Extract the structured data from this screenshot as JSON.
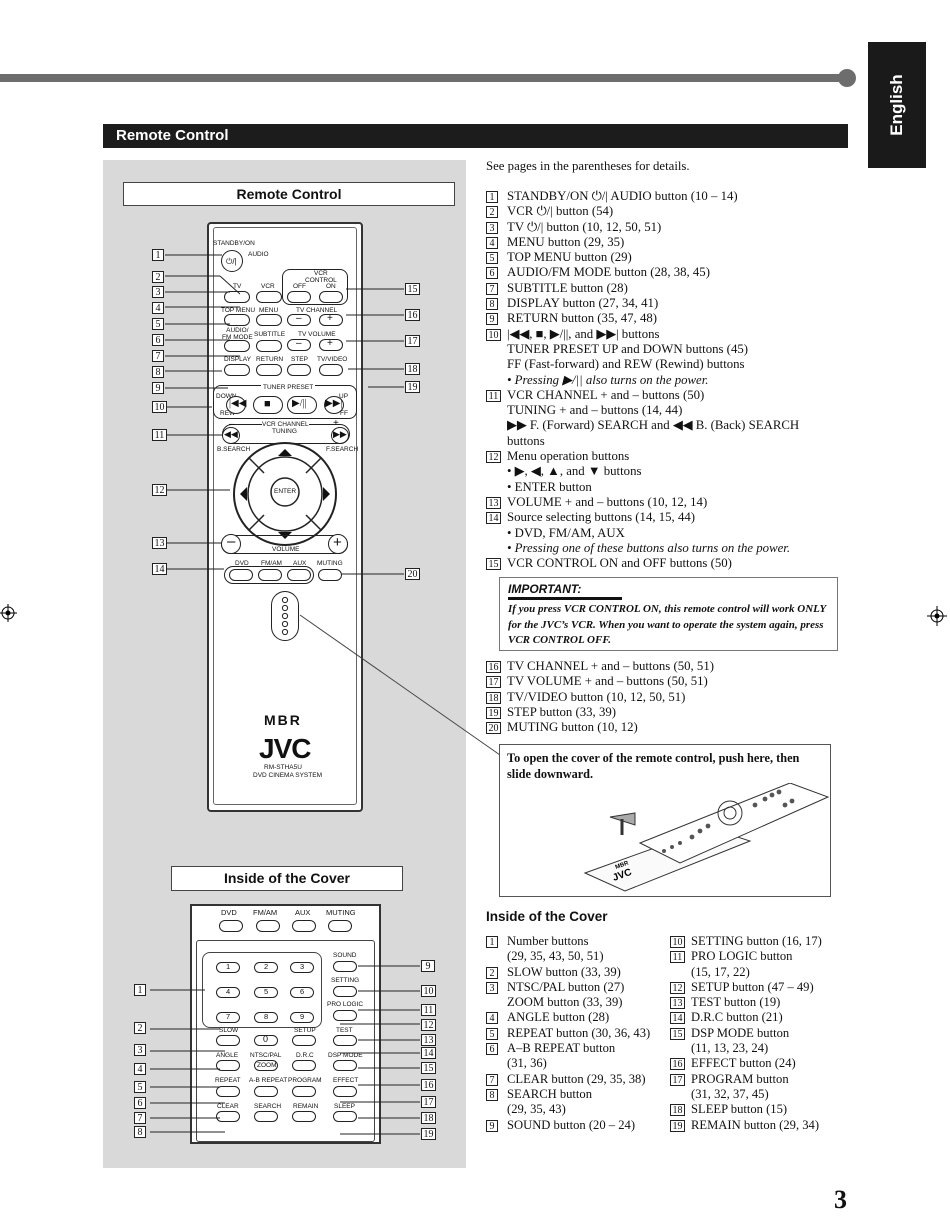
{
  "language_tab": "English",
  "section_title": "Remote Control",
  "panel": {
    "remote_title": "Remote Control",
    "cover_title": "Inside of the Cover"
  },
  "remote": {
    "standby_label": "STANDBY/ON",
    "audio_label": "AUDIO",
    "vcr_control_label": "VCR\nCONTROL",
    "off_label": "OFF",
    "on_label": "ON",
    "tv_label": "TV",
    "vcr_label": "VCR",
    "top_menu_label": "TOP MENU",
    "menu_label": "MENU",
    "tv_channel_label": "TV CHANNEL",
    "audio_fm_label": "AUDIO/\nFM MODE",
    "subtitle_label": "SUBTITLE",
    "tv_volume_label": "TV VOLUME",
    "display_label": "DISPLAY",
    "return_label": "RETURN",
    "step_label": "STEP",
    "tv_video_label": "TV/VIDEO",
    "tuner_preset_label": "TUNER PRESET",
    "down_label": "DOWN",
    "up_label": "UP",
    "rew_label": "REW",
    "ff_label": "FF",
    "vcr_channel_label": "VCR CHANNEL",
    "tuning_label": "TUNING",
    "bsearch_label": "B.SEARCH",
    "fsearch_label": "F.SEARCH",
    "enter_label": "ENTER",
    "volume_label": "VOLUME",
    "dvd_label": "DVD",
    "fmam_label": "FM/AM",
    "aux_label": "AUX",
    "muting_label": "MUTING",
    "brand_mbr": "MBR",
    "brand_jvc": "JVC",
    "model": "RM-STHA5U",
    "model_sub": "DVD CINEMA SYSTEM",
    "plus": "+",
    "minus": "–"
  },
  "cover": {
    "top_buttons": [
      "DVD",
      "FM/AM",
      "AUX",
      "MUTING"
    ],
    "numbers": [
      "1",
      "2",
      "3",
      "4",
      "5",
      "6",
      "7",
      "8",
      "9",
      "0"
    ],
    "sound": "SOUND",
    "setting": "SETTING",
    "pro_logic": "PRO LOGIC",
    "slow": "SLOW",
    "setup": "SETUP",
    "test": "TEST",
    "angle": "ANGLE",
    "ntsc_pal": "NTSC/PAL",
    "drc": "D.R.C",
    "dsp_mode": "DSP MODE",
    "zoom": "ZOOM",
    "repeat": "REPEAT",
    "ab_repeat": "A-B REPEAT",
    "program": "PROGRAM",
    "effect": "EFFECT",
    "clear": "CLEAR",
    "search": "SEARCH",
    "remain": "REMAIN",
    "sleep": "SLEEP"
  },
  "callout_numbers": {
    "remote_left": [
      "1",
      "2",
      "3",
      "4",
      "5",
      "6",
      "7",
      "8",
      "9",
      "10",
      "11",
      "12",
      "13",
      "14"
    ],
    "remote_right": [
      "15",
      "16",
      "17",
      "18",
      "19",
      "20"
    ],
    "cover_left": [
      "1",
      "2",
      "3",
      "4",
      "5",
      "6",
      "7",
      "8"
    ],
    "cover_right": [
      "9",
      "10",
      "11",
      "12",
      "13",
      "14",
      "15",
      "16",
      "17",
      "18",
      "19"
    ]
  },
  "intro": "See pages in the parentheses for details.",
  "remote_items": [
    {
      "n": "1",
      "text": "STANDBY/ON ⏻/| AUDIO button (10 – 14)"
    },
    {
      "n": "2",
      "text": "VCR ⏻/| button (54)"
    },
    {
      "n": "3",
      "text": "TV ⏻/| button (10, 12, 50, 51)"
    },
    {
      "n": "4",
      "text": "MENU button (29, 35)"
    },
    {
      "n": "5",
      "text": "TOP MENU button (29)"
    },
    {
      "n": "6",
      "text": "AUDIO/FM MODE button (28, 38, 45)"
    },
    {
      "n": "7",
      "text": "SUBTITLE button (28)"
    },
    {
      "n": "8",
      "text": "DISPLAY button (27, 34, 41)"
    },
    {
      "n": "9",
      "text": "RETURN button (35, 47, 48)"
    },
    {
      "n": "10",
      "text": "|◀◀, ■, ▶/||, and ▶▶| buttons"
    },
    {
      "n": "",
      "text": "TUNER PRESET UP and DOWN buttons (45)"
    },
    {
      "n": "",
      "text": "FF (Fast-forward) and REW (Rewind) buttons"
    },
    {
      "n": "",
      "text": "• Pressing ▶/|| also turns on the power.",
      "italic": true
    },
    {
      "n": "11",
      "text": "VCR CHANNEL + and – buttons (50)"
    },
    {
      "n": "",
      "text": "TUNING + and – buttons (14, 44)"
    },
    {
      "n": "",
      "text": "▶▶ F. (Forward) SEARCH and ◀◀ B. (Back) SEARCH"
    },
    {
      "n": "",
      "text": "buttons"
    },
    {
      "n": "12",
      "text": "Menu operation buttons"
    },
    {
      "n": "",
      "text": "• ▶, ◀, ▲, and ▼ buttons"
    },
    {
      "n": "",
      "text": "• ENTER button"
    },
    {
      "n": "13",
      "text": "VOLUME + and – buttons (10, 12, 14)"
    },
    {
      "n": "14",
      "text": "Source selecting buttons (14, 15, 44)"
    },
    {
      "n": "",
      "text": "• DVD, FM/AM, AUX"
    },
    {
      "n": "",
      "text": "• Pressing one of these buttons also turns on the power.",
      "italic": true
    },
    {
      "n": "15",
      "text": "VCR CONTROL ON and OFF buttons (50)"
    }
  ],
  "important": {
    "heading": "IMPORTANT:",
    "text": "If you press VCR CONTROL ON, this remote control will work ONLY for the JVC’s VCR. When you want to operate the system again, press VCR CONTROL OFF."
  },
  "remote_items_2": [
    {
      "n": "16",
      "text": "TV CHANNEL + and – buttons (50, 51)"
    },
    {
      "n": "17",
      "text": "TV VOLUME + and – buttons  (50, 51)"
    },
    {
      "n": "18",
      "text": "TV/VIDEO button (10, 12, 50, 51)"
    },
    {
      "n": "19",
      "text": "STEP button (33, 39)"
    },
    {
      "n": "20",
      "text": "MUTING button (10, 12)"
    }
  ],
  "open_cover_note": "To open the cover of the remote control, push here, then slide downward.",
  "cover_heading": "Inside of the Cover",
  "cover_items_left": [
    {
      "n": "1",
      "text": "Number buttons"
    },
    {
      "n": "",
      "text": "(29, 35, 43, 50, 51)"
    },
    {
      "n": "2",
      "text": "SLOW button (33, 39)"
    },
    {
      "n": "3",
      "text": "NTSC/PAL button (27)"
    },
    {
      "n": "",
      "text": "ZOOM button (33, 39)"
    },
    {
      "n": "4",
      "text": "ANGLE button (28)"
    },
    {
      "n": "5",
      "text": "REPEAT button (30, 36, 43)"
    },
    {
      "n": "6",
      "text": "A–B REPEAT button"
    },
    {
      "n": "",
      "text": "(31, 36)"
    },
    {
      "n": "7",
      "text": "CLEAR button (29, 35, 38)"
    },
    {
      "n": "8",
      "text": "SEARCH button"
    },
    {
      "n": "",
      "text": "(29, 35, 43)"
    },
    {
      "n": "9",
      "text": "SOUND button (20 – 24)"
    }
  ],
  "cover_items_right": [
    {
      "n": "10",
      "text": "SETTING button (16, 17)"
    },
    {
      "n": "11",
      "text": "PRO LOGIC button"
    },
    {
      "n": "",
      "text": "(15, 17, 22)"
    },
    {
      "n": "12",
      "text": "SETUP button (47 – 49)"
    },
    {
      "n": "13",
      "text": "TEST button (19)"
    },
    {
      "n": "14",
      "text": "D.R.C button (21)"
    },
    {
      "n": "15",
      "text": "DSP MODE button"
    },
    {
      "n": "",
      "text": "(11, 13, 23, 24)"
    },
    {
      "n": "16",
      "text": "EFFECT button (24)"
    },
    {
      "n": "17",
      "text": "PROGRAM button"
    },
    {
      "n": "",
      "text": "(31, 32, 37, 45)"
    },
    {
      "n": "18",
      "text": "SLEEP button (15)"
    },
    {
      "n": "19",
      "text": "REMAIN button (29, 34)"
    }
  ],
  "page_number": "3"
}
